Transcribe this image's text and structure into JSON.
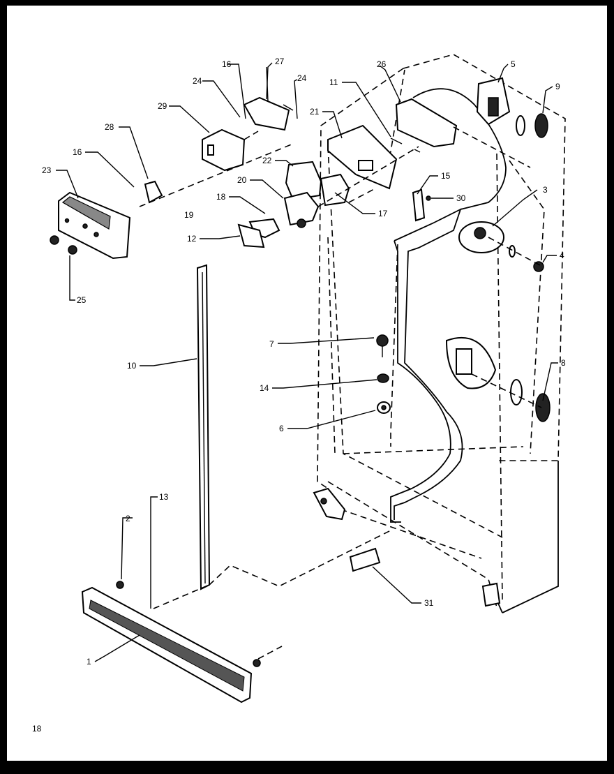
{
  "page_number": "18",
  "callouts": [
    {
      "id": "c1",
      "text": "1"
    },
    {
      "id": "c2",
      "text": "2"
    },
    {
      "id": "c3",
      "text": "3"
    },
    {
      "id": "c4",
      "text": "4"
    },
    {
      "id": "c5",
      "text": "5"
    },
    {
      "id": "c6",
      "text": "6"
    },
    {
      "id": "c7",
      "text": "7"
    },
    {
      "id": "c8",
      "text": "8"
    },
    {
      "id": "c9",
      "text": "9"
    },
    {
      "id": "c10",
      "text": "10"
    },
    {
      "id": "c11",
      "text": "11"
    },
    {
      "id": "c12",
      "text": "12"
    },
    {
      "id": "c13",
      "text": "13"
    },
    {
      "id": "c14",
      "text": "14"
    },
    {
      "id": "c15",
      "text": "15"
    },
    {
      "id": "c16a",
      "text": "16"
    },
    {
      "id": "c16b",
      "text": "16"
    },
    {
      "id": "c17",
      "text": "17"
    },
    {
      "id": "c18",
      "text": "18"
    },
    {
      "id": "c19",
      "text": "19"
    },
    {
      "id": "c20",
      "text": "20"
    },
    {
      "id": "c21",
      "text": "21"
    },
    {
      "id": "c22",
      "text": "22"
    },
    {
      "id": "c23",
      "text": "23"
    },
    {
      "id": "c24a",
      "text": "24"
    },
    {
      "id": "c24b",
      "text": "24"
    },
    {
      "id": "c25",
      "text": "25"
    },
    {
      "id": "c26",
      "text": "26"
    },
    {
      "id": "c27",
      "text": "27"
    },
    {
      "id": "c28",
      "text": "28"
    },
    {
      "id": "c29",
      "text": "29"
    },
    {
      "id": "c30",
      "text": "30"
    },
    {
      "id": "c31",
      "text": "31"
    }
  ]
}
